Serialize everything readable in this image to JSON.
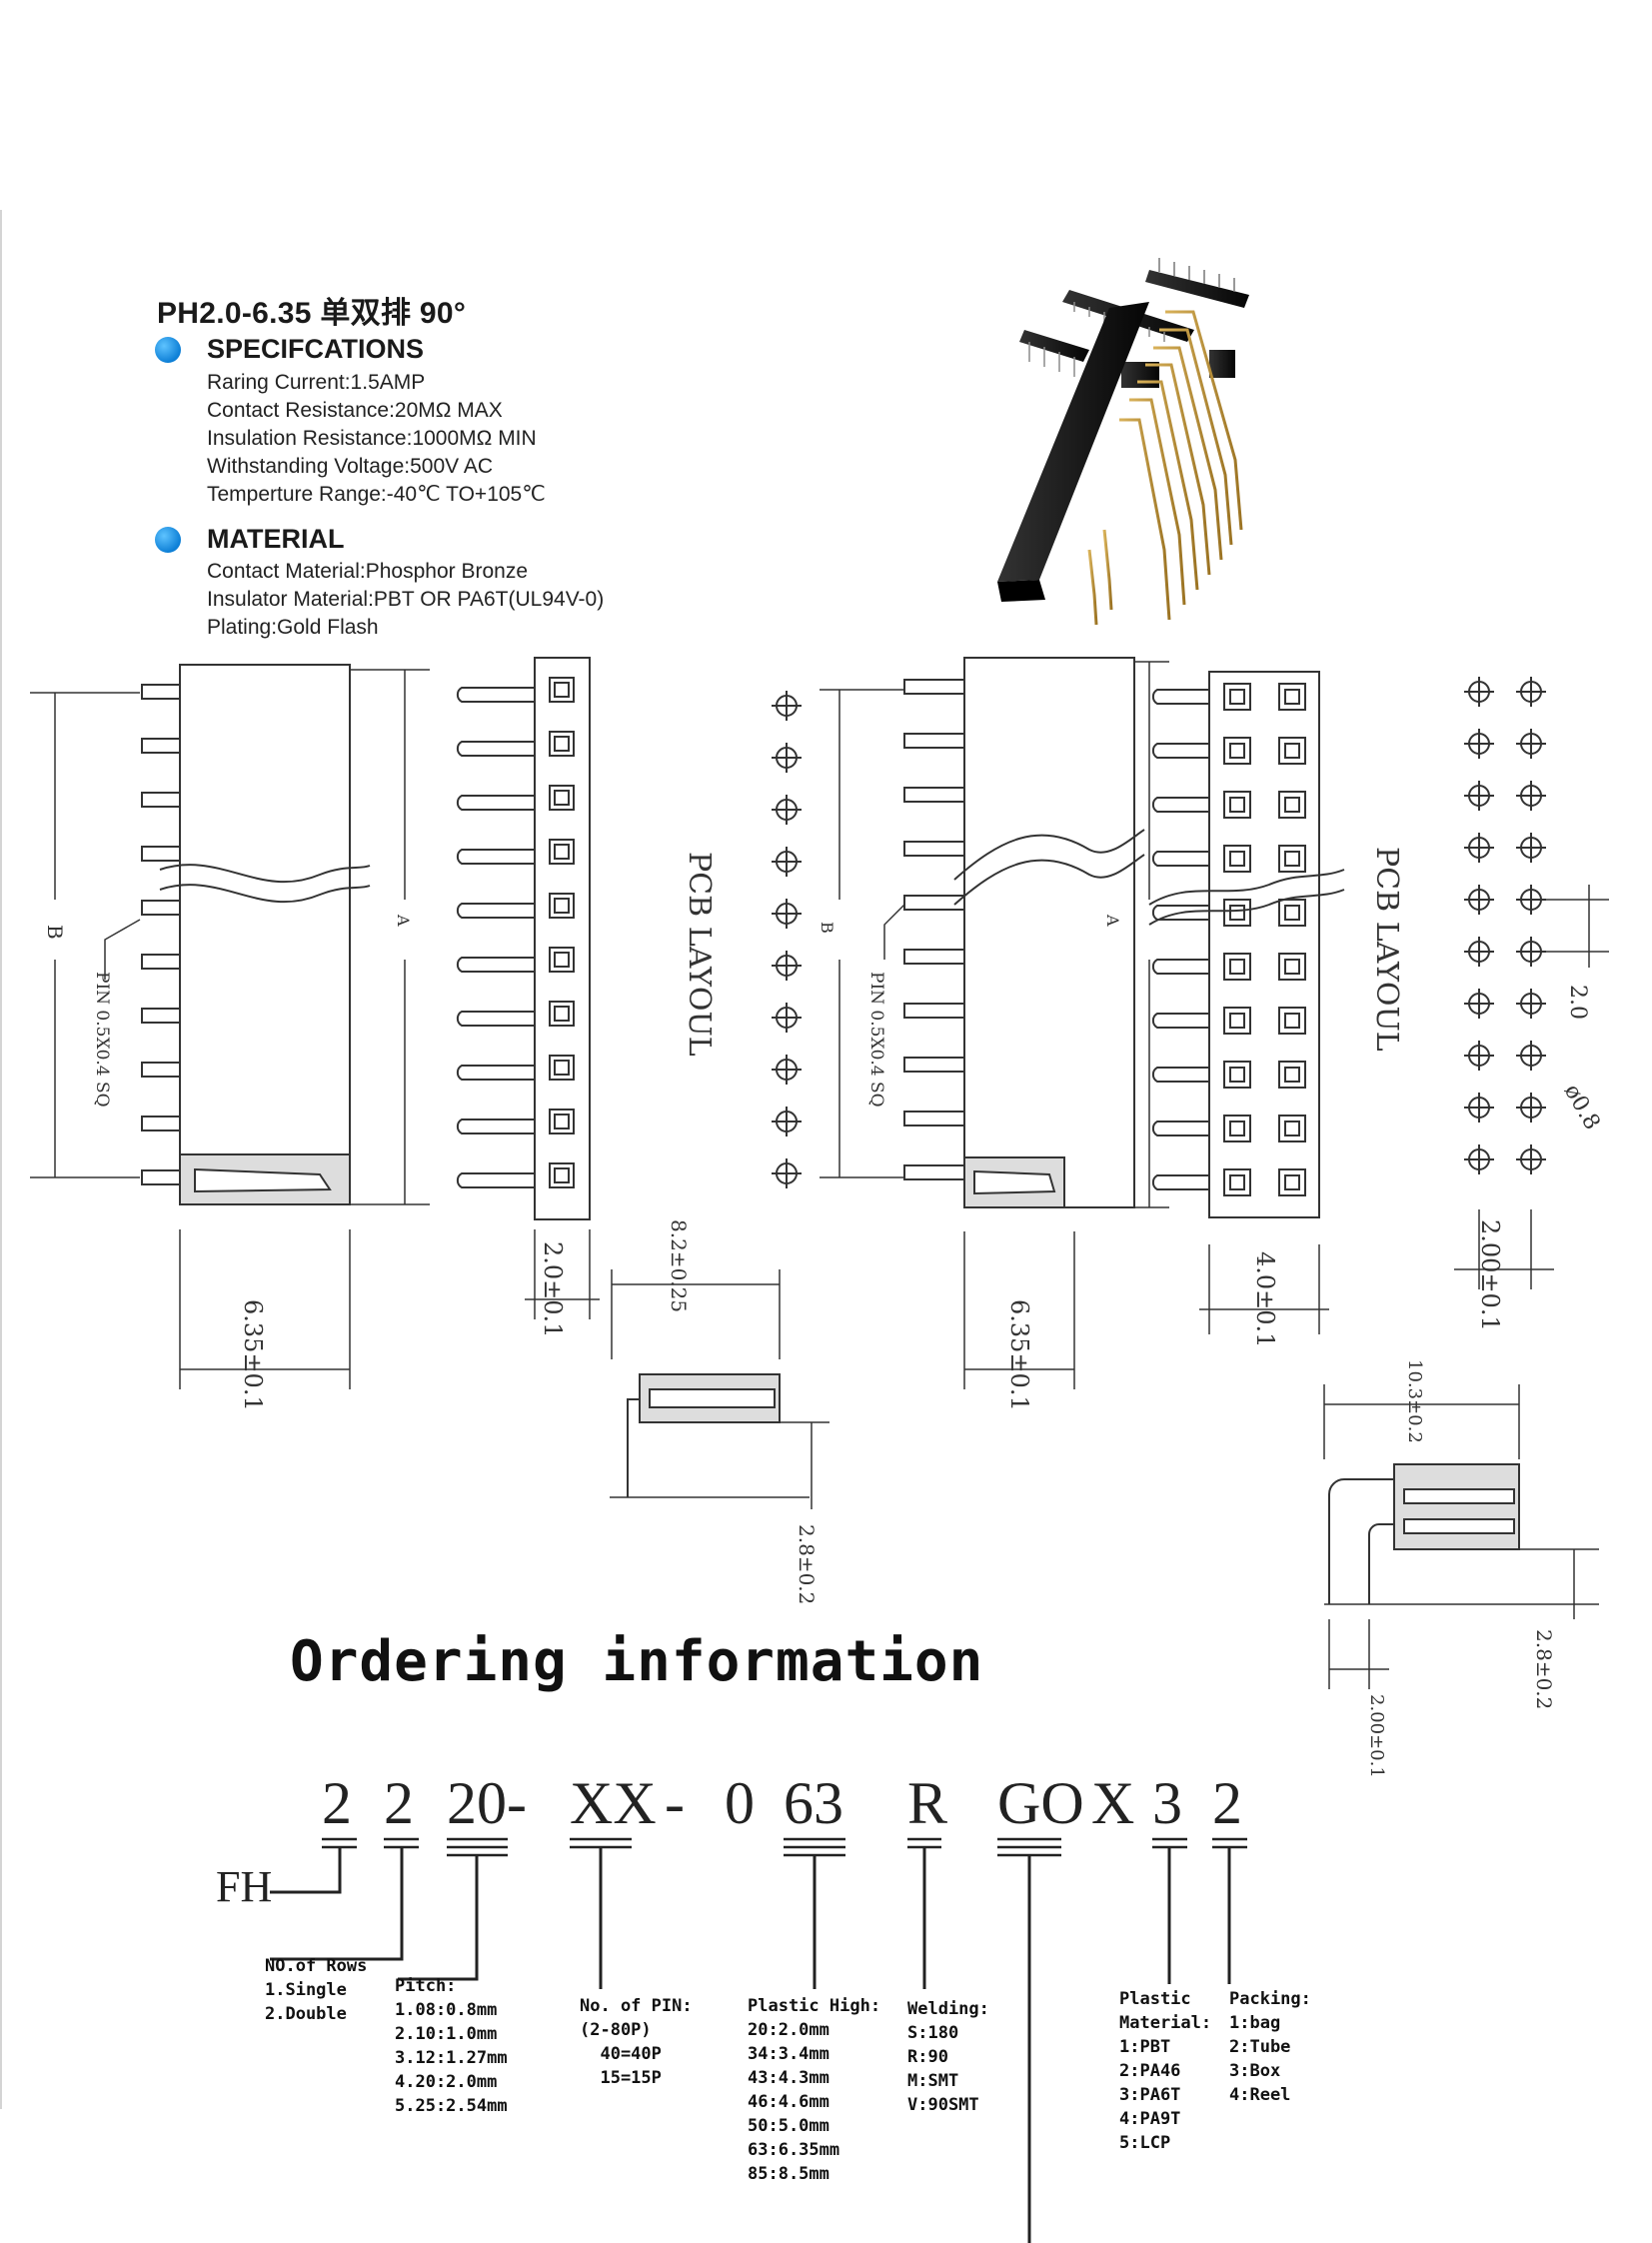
{
  "title": "PH2.0-6.35 单双排 90°",
  "specifications": {
    "heading": "SPECIFCATIONS",
    "lines": [
      "Raring Current:1.5AMP",
      "Contact Resistance:20MΩ MAX",
      "Insulation Resistance:1000MΩ MIN",
      "Withstanding Voltage:500V AC",
      "Temperture Range:-40℃ TO+105℃"
    ]
  },
  "material": {
    "heading": "MATERIAL",
    "lines": [
      "Contact Material:Phosphor Bronze",
      "Insulator Material:PBT OR PA6T(UL94V-0)",
      "Plating:Gold Flash"
    ]
  },
  "drawing": {
    "pcb_layout": "PCB LAYOUL",
    "pin_note": "PIN 0.5X0.4 SQ",
    "label_a": "A",
    "label_b": "B",
    "dim_635": "6.35±0.1",
    "dim_20": "2.0±0.1",
    "dim_40": "4.0±0.1",
    "dim_82": "8.2±0.25",
    "dim_28": "2.8±0.2",
    "dim_103": "10.3±0.2",
    "dim_200": "2.00±0.1",
    "dim_pitch": "2.0",
    "dim_hole": "ø0.8"
  },
  "ordering": {
    "title": "Ordering information",
    "prefix": "FH",
    "code": [
      "2",
      "2",
      "20-",
      "XX",
      "-",
      "0",
      "63",
      "R",
      "GO",
      "X",
      "3",
      "2"
    ],
    "rows": {
      "heading": "NO.of Rows",
      "items": [
        "1.Single",
        "2.Double"
      ]
    },
    "pitch": {
      "heading": "Pitch:",
      "items": [
        "1.08:0.8mm",
        "2.10:1.0mm",
        "3.12:1.27mm",
        "4.20:2.0mm",
        "5.25:2.54mm"
      ]
    },
    "pins": {
      "heading": "No. of PIN:",
      "items": [
        "(2-80P)",
        "  40=40P",
        "  15=15P"
      ]
    },
    "plastic_high": {
      "heading": "Plastic High:",
      "items": [
        "20:2.0mm",
        "34:3.4mm",
        "43:4.3mm",
        "46:4.6mm",
        "50:5.0mm",
        "63:6.35mm",
        "85:8.5mm"
      ]
    },
    "welding": {
      "heading": "Welding:",
      "items": [
        "S:180",
        "R:90",
        "M:SMT",
        "V:90SMT"
      ]
    },
    "plastic_material": {
      "heading": "Plastic\nMaterial:",
      "items": [
        "1:PBT",
        "2:PA46",
        "3:PA6T",
        "4:PA9T",
        "5:LCP"
      ]
    },
    "packing": {
      "heading": "Packing:",
      "items": [
        "1:bag",
        "2:Tube",
        "3:Box",
        "4:Reel"
      ]
    }
  }
}
